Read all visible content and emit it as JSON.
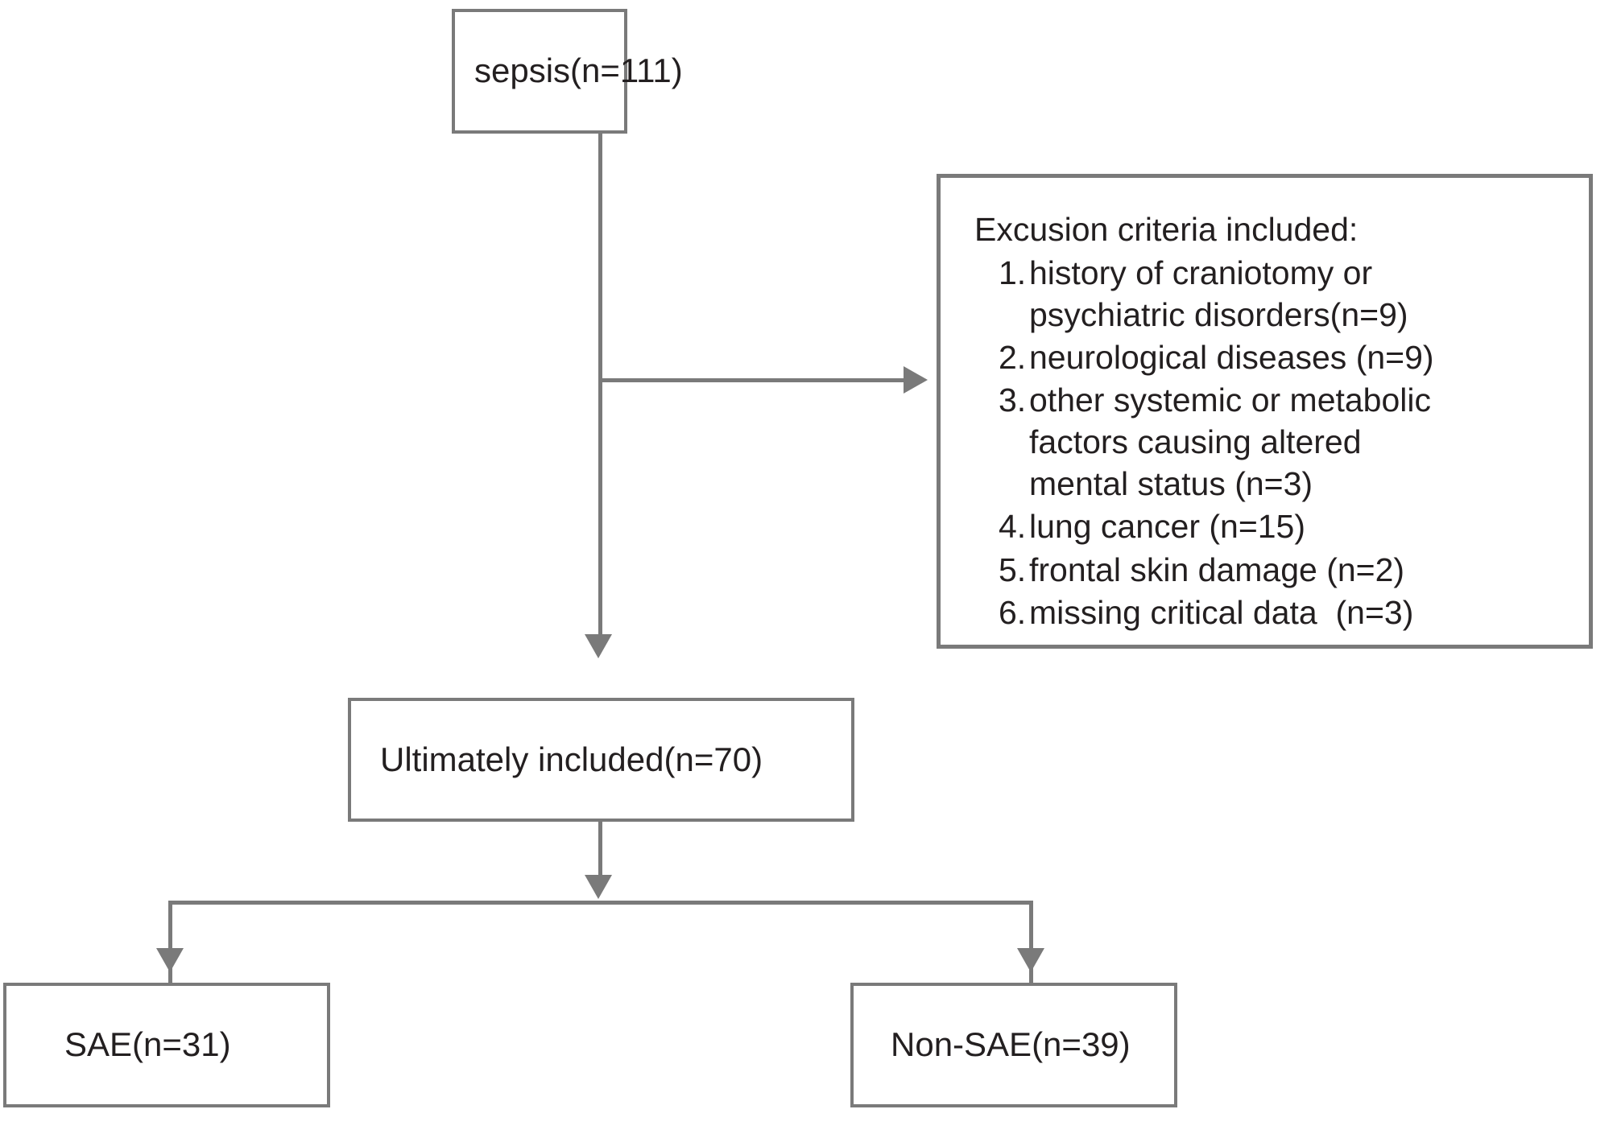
{
  "diagram": {
    "title": "Study participant flow diagram",
    "type": "flowchart",
    "colors": {
      "box_border": "#7a7a7a",
      "connector": "#7a7a7a",
      "text": "#231f20",
      "background": "#ffffff"
    },
    "nodes": {
      "sepsis": {
        "label": "sepsis(n=111)",
        "n": 111
      },
      "exclusion": {
        "heading": "Excusion criteria included:",
        "items": [
          {
            "num": "1.",
            "text": "history of craniotomy or\npsychiatric disorders(n=9)",
            "n": 9
          },
          {
            "num": "2.",
            "text": "neurological diseases (n=9)",
            "n": 9
          },
          {
            "num": "3.",
            "text": "other systemic or metabolic\nfactors causing altered\nmental status (n=3)",
            "n": 3
          },
          {
            "num": "4.",
            "text": "lung cancer (n=15)",
            "n": 15
          },
          {
            "num": "5.",
            "text": "frontal skin damage (n=2)",
            "n": 2
          },
          {
            "num": "6.",
            "text": "missing critical data  (n=3)",
            "n": 3
          }
        ]
      },
      "included": {
        "label": "Ultimately included(n=70)",
        "n": 70
      },
      "sae": {
        "label": "SAE(n=31)",
        "n": 31
      },
      "non_sae": {
        "label": "Non-SAE(n=39)",
        "n": 39
      }
    },
    "edges": [
      {
        "from": "sepsis",
        "to": "included",
        "arrow": "down"
      },
      {
        "from": "sepsis",
        "to": "exclusion",
        "arrow": "right"
      },
      {
        "from": "included",
        "to": "sae",
        "arrow": "down"
      },
      {
        "from": "included",
        "to": "non_sae",
        "arrow": "down"
      }
    ]
  }
}
